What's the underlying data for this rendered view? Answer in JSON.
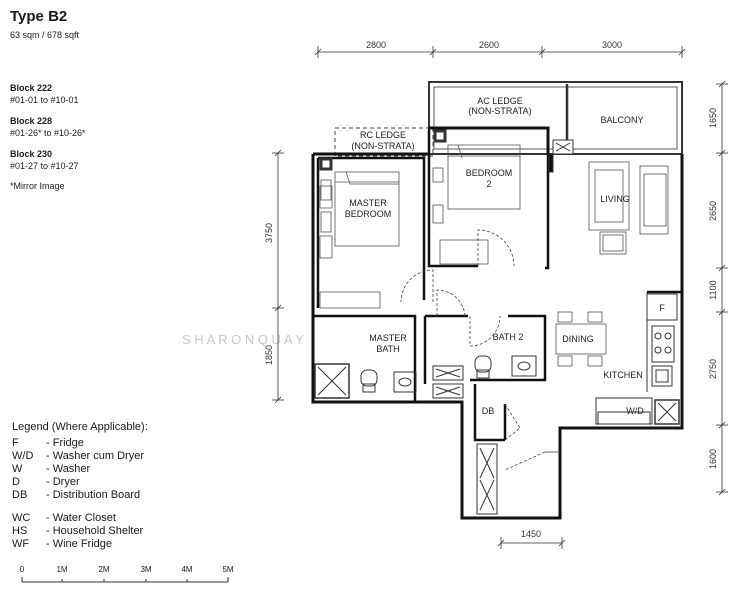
{
  "header": {
    "unit_type": "Type B2",
    "unit_size": "63 sqm / 678 sqft"
  },
  "blocks": [
    {
      "name": "Block 222",
      "units": "#01-01 to #10-01"
    },
    {
      "name": "Block 228",
      "units": "#01-26* to #10-26*"
    },
    {
      "name": "Block 230",
      "units": "#01-27 to #10-27"
    }
  ],
  "mirror_note": "*Mirror Image",
  "legend": {
    "title": "Legend (Where Applicable):",
    "items": [
      {
        "code": "F",
        "desc": "- Fridge"
      },
      {
        "code": "W/D",
        "desc": "- Washer cum Dryer"
      },
      {
        "code": "W",
        "desc": "- Washer"
      },
      {
        "code": "D",
        "desc": "- Dryer"
      },
      {
        "code": "DB",
        "desc": "- Distribution Board"
      },
      {
        "code": "WC",
        "desc": "- Water Closet"
      },
      {
        "code": "HS",
        "desc": "- Household Shelter"
      },
      {
        "code": "WF",
        "desc": "- Wine Fridge"
      }
    ]
  },
  "scale_bar": [
    "0",
    "1M",
    "2M",
    "3M",
    "4M",
    "5M"
  ],
  "dimensions": {
    "top": [
      "2800",
      "2600",
      "3000"
    ],
    "right": [
      "1650",
      "2650",
      "1100",
      "2750",
      "1600"
    ],
    "left": [
      "3750",
      "1850"
    ],
    "bottom": "1450"
  },
  "rooms": {
    "ac_ledge": [
      "AC LEDGE",
      "(NON-STRATA)"
    ],
    "rc_ledge": [
      "RC LEDGE",
      "(NON-STRATA)"
    ],
    "balcony": "BALCONY",
    "bedroom2": [
      "BEDROOM",
      "2"
    ],
    "master_bedroom": [
      "MASTER",
      "BEDROOM"
    ],
    "living": "LIVING",
    "master_bath": [
      "MASTER",
      "BATH"
    ],
    "bath2": "BATH 2",
    "dining": "DINING",
    "kitchen": "KITCHEN",
    "db": "DB",
    "fridge": "F",
    "washer_dryer": "W/D"
  },
  "watermark": "S H A R O N   Q U A Y"
}
